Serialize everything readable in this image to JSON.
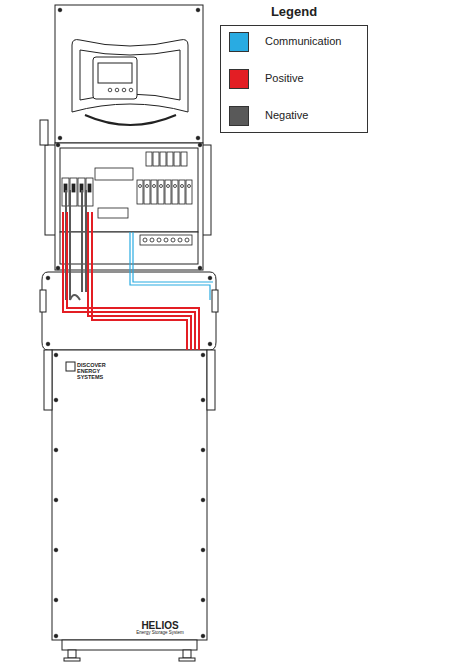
{
  "diagram": {
    "nodes": [
      {
        "text": [
          "DISCOVER ENERGY SYSTEMS",
          "HELIOS",
          "Energy Storage System"
        ]
      }
    ],
    "labels": [
      "Legend"
    ],
    "legend": [
      {
        "text": "Communication",
        "color": "#29abe2"
      },
      {
        "text": "Positive",
        "color": "#e31e24"
      },
      {
        "text": "Negative",
        "color": "#595959"
      }
    ]
  }
}
